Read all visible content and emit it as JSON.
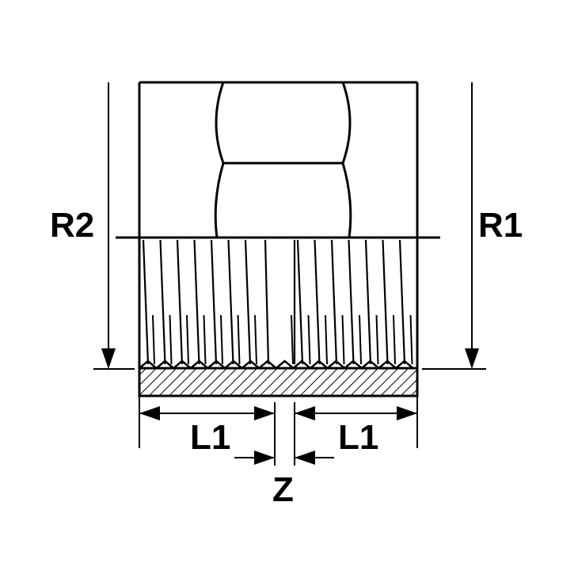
{
  "labels": {
    "r2": "R2",
    "r1": "R1",
    "l1_left": "L1",
    "l1_right": "L1",
    "z": "Z"
  },
  "colors": {
    "stroke": "#000000",
    "background": "#ffffff"
  }
}
